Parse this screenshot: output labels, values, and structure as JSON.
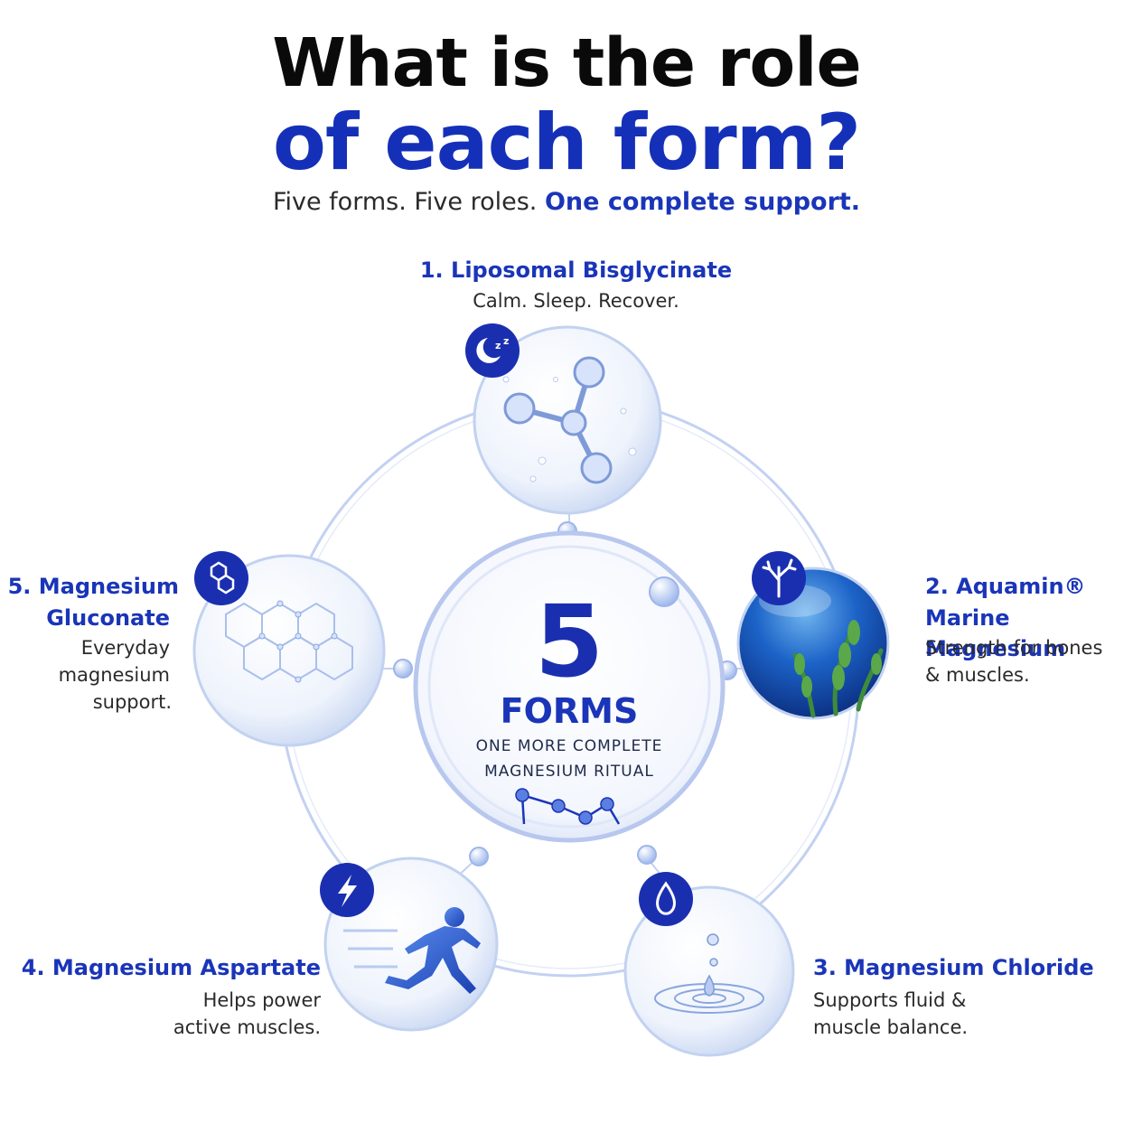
{
  "header": {
    "title_line1": "What is the role",
    "title_line2": "of each form?",
    "subtitle_plain": "Five forms. Five roles. ",
    "subtitle_highlight": "One complete support."
  },
  "center": {
    "number": "5",
    "label": "FORMS",
    "sub_line1": "ONE MORE COMPLETE",
    "sub_line2": "MAGNESIUM RITUAL"
  },
  "forms": [
    {
      "title": "1. Liposomal Bisglycinate",
      "desc": "Calm. Sleep. Recover.",
      "icon": "moon-zzz-icon"
    },
    {
      "title_line1": "2. Aquamin®",
      "title_line2": "Marine Magnesium",
      "desc_line1": "Strength for bones",
      "desc_line2": "& muscles.",
      "icon": "coral-icon"
    },
    {
      "title": "3. Magnesium Chloride",
      "desc_line1": "Supports fluid &",
      "desc_line2": "muscle balance.",
      "icon": "water-drop-icon"
    },
    {
      "title": "4. Magnesium Aspartate",
      "desc_line1": "Helps power",
      "desc_line2": "active muscles.",
      "icon": "lightning-icon"
    },
    {
      "title_line1": "5. Magnesium",
      "title_line2": "Gluconate",
      "desc_line1": "Everyday",
      "desc_line2": "magnesium",
      "desc_line3": "support.",
      "icon": "hexagon-molecule-icon"
    }
  ],
  "colors": {
    "brand_blue": "#1a35b8",
    "icon_blue": "#1a2fb0",
    "ring": "#b8c8f0"
  }
}
